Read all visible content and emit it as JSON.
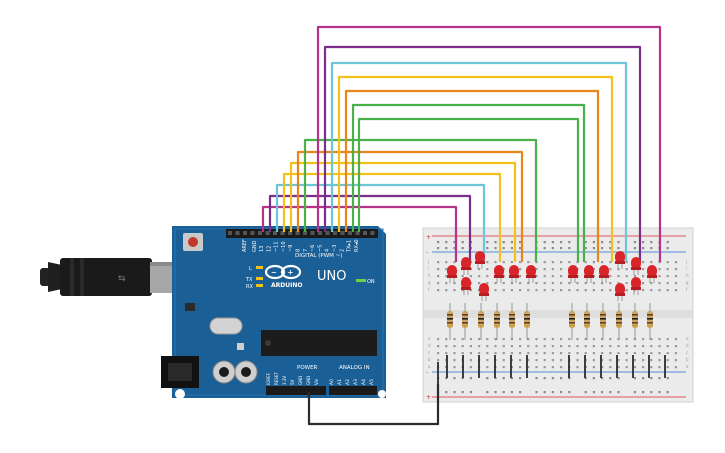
{
  "arduino": {
    "brand": "ARDUINO",
    "model": "UNO",
    "digital_label": "DIGITAL (PWM ~)",
    "power_label": "POWER",
    "analog_label": "ANALOG IN",
    "on_label": "ON",
    "tx_label": "TX",
    "rx_label": "RX",
    "l_label": "L",
    "aref_label": "AREF",
    "gnd_label": "GND",
    "pin_labels": [
      "13",
      "12",
      "~11",
      "~10",
      "~9",
      "8",
      "7",
      "~6",
      "~5",
      "4",
      "~3",
      "2",
      "TX▸1",
      "RX◂0"
    ],
    "power_pins": [
      "IOREF",
      "RESET",
      "3.3V",
      "5V",
      "GND",
      "GND",
      "Vin"
    ],
    "analog_pins": [
      "A0",
      "A1",
      "A2",
      "A3",
      "A4",
      "A5"
    ]
  },
  "breadboard": {
    "row_letters_top": [
      "j",
      "i",
      "h",
      "g",
      "f"
    ],
    "row_letters_bottom": [
      "e",
      "d",
      "c",
      "b",
      "a"
    ],
    "plus": "+",
    "minus": "-"
  },
  "colors": {
    "board": "#1b5f97",
    "board_light": "#2a73ad",
    "breadboard": "#ebebeb",
    "led": "#d9252a",
    "wire_magenta": "#b5338a",
    "wire_purple": "#7b2d8c",
    "wire_cyan": "#6cc6d6",
    "wire_yellow": "#f2c11d",
    "wire_orange": "#e8861b",
    "wire_green": "#49b04a",
    "wire_black": "#2b2b2b",
    "resistor": "#c9a56a"
  }
}
